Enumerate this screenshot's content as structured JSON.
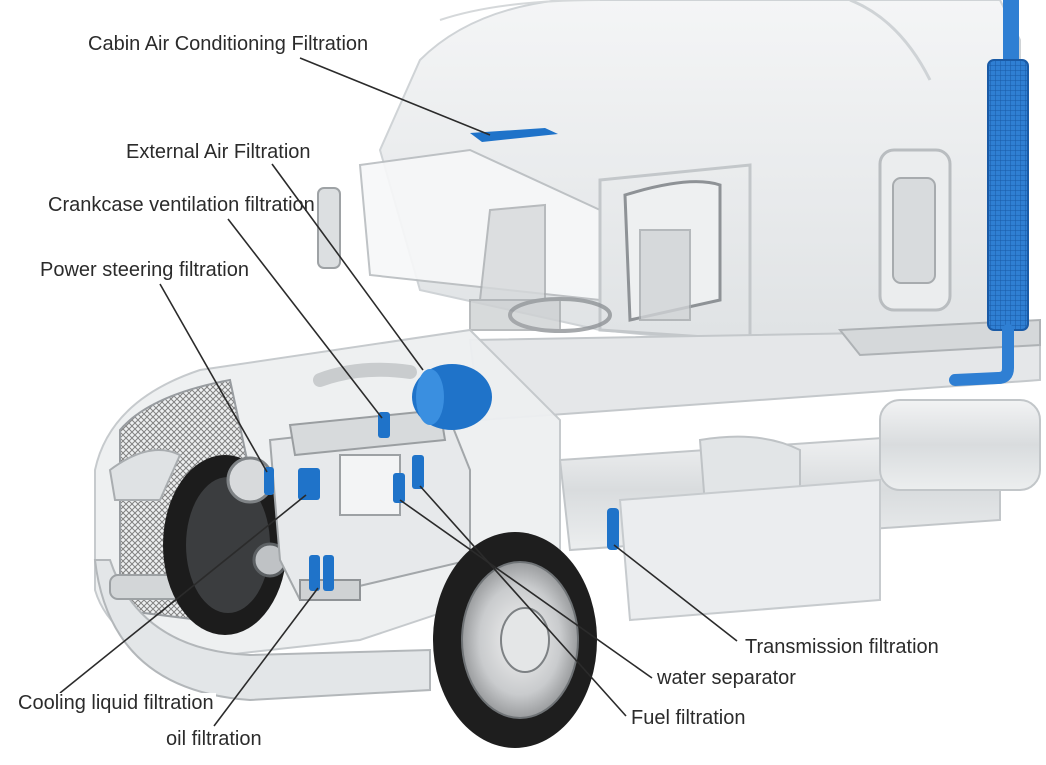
{
  "labels": {
    "cabin_air": "Cabin Air Conditioning Filtration",
    "external_air": "External Air Filtration",
    "crankcase": "Crankcase ventilation filtration",
    "power_steering": "Power steering filtration",
    "transmission": "Transmission filtration",
    "water_separator": "water separator",
    "fuel": "Fuel filtration",
    "cooling_liquid": "Cooling liquid filtration",
    "oil": "oil filtration"
  },
  "colors": {
    "filter_blue": "#1f73c9",
    "body_ghost": "#e9ebec",
    "leader_line": "#2b2b2b",
    "tire": "#1e1e1e"
  }
}
